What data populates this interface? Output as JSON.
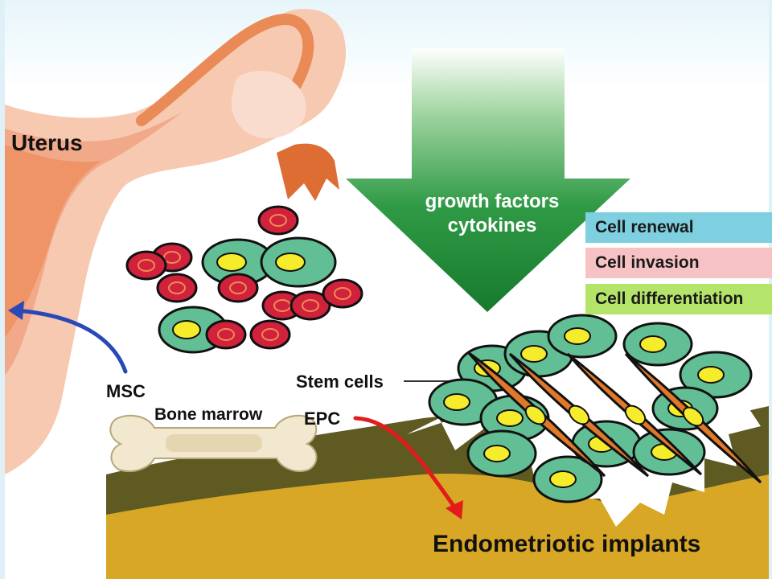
{
  "labels": {
    "uterus": "Uterus",
    "msc": "MSC",
    "bone_marrow": "Bone marrow",
    "stem_cells": "Stem cells",
    "epc": "EPC",
    "endometriotic_implants": "Endometriotic implants"
  },
  "arrow": {
    "line1": "growth factors",
    "line2": "cytokines"
  },
  "legend": [
    {
      "label": "Cell renewal",
      "color": "#7ecfdf"
    },
    {
      "label": "Cell invasion",
      "color": "#f7c2c3"
    },
    {
      "label": "Cell differentiation",
      "color": "#b5e46a"
    }
  ],
  "colors": {
    "uterus": "#f6c9b0",
    "uterus_dark": "#e98a57",
    "arrow_green": "#1e8f3b",
    "msc_arrow": "#2a48b8",
    "epc_arrow": "#e21c1c",
    "tissue_brown": "#5e5a22",
    "tissue_gold": "#d8a725",
    "stem_cell_fill": "#62bf95",
    "nucleus": "#f5ec2c",
    "red_cell": "#d0223c",
    "spindle_cell": "#e0782a"
  }
}
